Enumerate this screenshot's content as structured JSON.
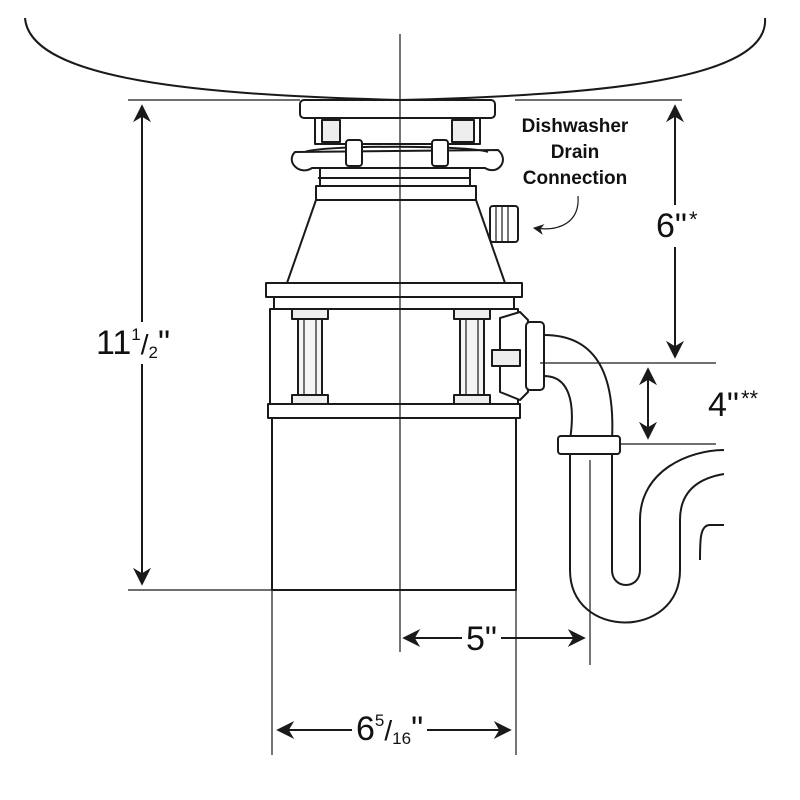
{
  "labels": {
    "callout": {
      "line1": "Dishwasher",
      "line2": "Drain",
      "line3": "Connection"
    },
    "height": {
      "whole": "11",
      "num": "1",
      "slash": "/",
      "den": "2",
      "unit": "\""
    },
    "top_drop": {
      "value": "6",
      "unit": "\"",
      "mark": "*"
    },
    "outlet_drop": {
      "value": "4",
      "unit": "\"",
      "mark": "**"
    },
    "outlet_reach": {
      "value": "5",
      "unit": "\""
    },
    "diameter": {
      "whole": "6",
      "num": "5",
      "slash": "/",
      "den": "16",
      "unit": "\""
    }
  },
  "colors": {
    "line": "#1a1a1a",
    "body_fill": "#ffffff"
  }
}
